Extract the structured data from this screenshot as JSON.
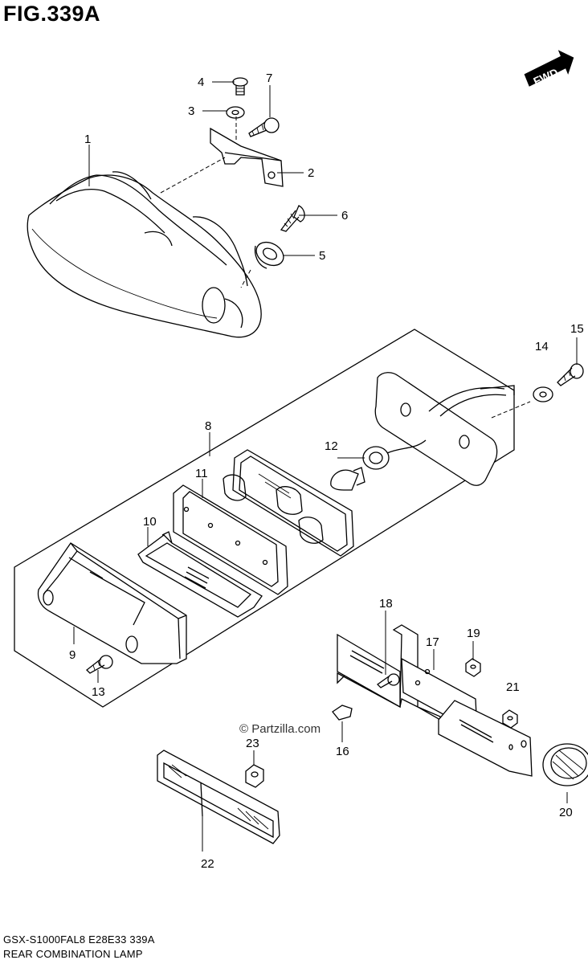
{
  "figure_title": "FIG.339A",
  "direction_badge": "FWD",
  "watermark": "© Partzilla.com",
  "callouts": {
    "c1": "1",
    "c2": "2",
    "c3": "3",
    "c4": "4",
    "c5": "5",
    "c6": "6",
    "c7": "7",
    "c8": "8",
    "c9": "9",
    "c10": "10",
    "c11": "11",
    "c12": "12",
    "c13": "13",
    "c14": "14",
    "c15": "15",
    "c16": "16",
    "c17": "17",
    "c18": "18",
    "c19": "19",
    "c20": "20",
    "c21": "21",
    "c22": "22",
    "c23": "23"
  },
  "footer": {
    "model_code": "GSX-S1000FAL8  E28E33  339A",
    "diagram_name": "REAR COMBINATION LAMP"
  }
}
